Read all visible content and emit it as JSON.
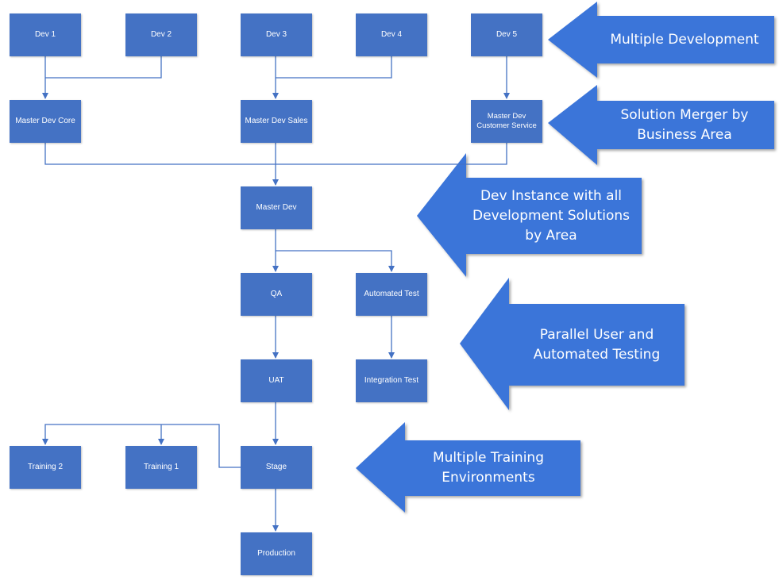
{
  "colors": {
    "box_fill": "#4472c4",
    "arrow_fill": "#3b74d9",
    "connector": "#4472c4",
    "text": "#ffffff"
  },
  "nodes": {
    "dev1": "Dev 1",
    "dev2": "Dev 2",
    "dev3": "Dev 3",
    "dev4": "Dev 4",
    "dev5": "Dev 5",
    "master_dev_core": "Master Dev Core",
    "master_dev_sales": "Master Dev Sales",
    "master_dev_customer_service": "Master Dev\nCustomer Service",
    "master_dev": "Master Dev",
    "qa": "QA",
    "automated_test": "Automated Test",
    "uat": "UAT",
    "integration_test": "Integration Test",
    "training2": "Training 2",
    "training1": "Training 1",
    "stage": "Stage",
    "production": "Production"
  },
  "callouts": {
    "multiple_development": "Multiple Development",
    "solution_merger": "Solution Merger by\nBusiness Area",
    "dev_instance": "Dev Instance with all\nDevelopment Solutions\nby Area",
    "parallel_testing": "Parallel User and\nAutomated Testing",
    "multiple_training": "Multiple Training\nEnvironments"
  }
}
